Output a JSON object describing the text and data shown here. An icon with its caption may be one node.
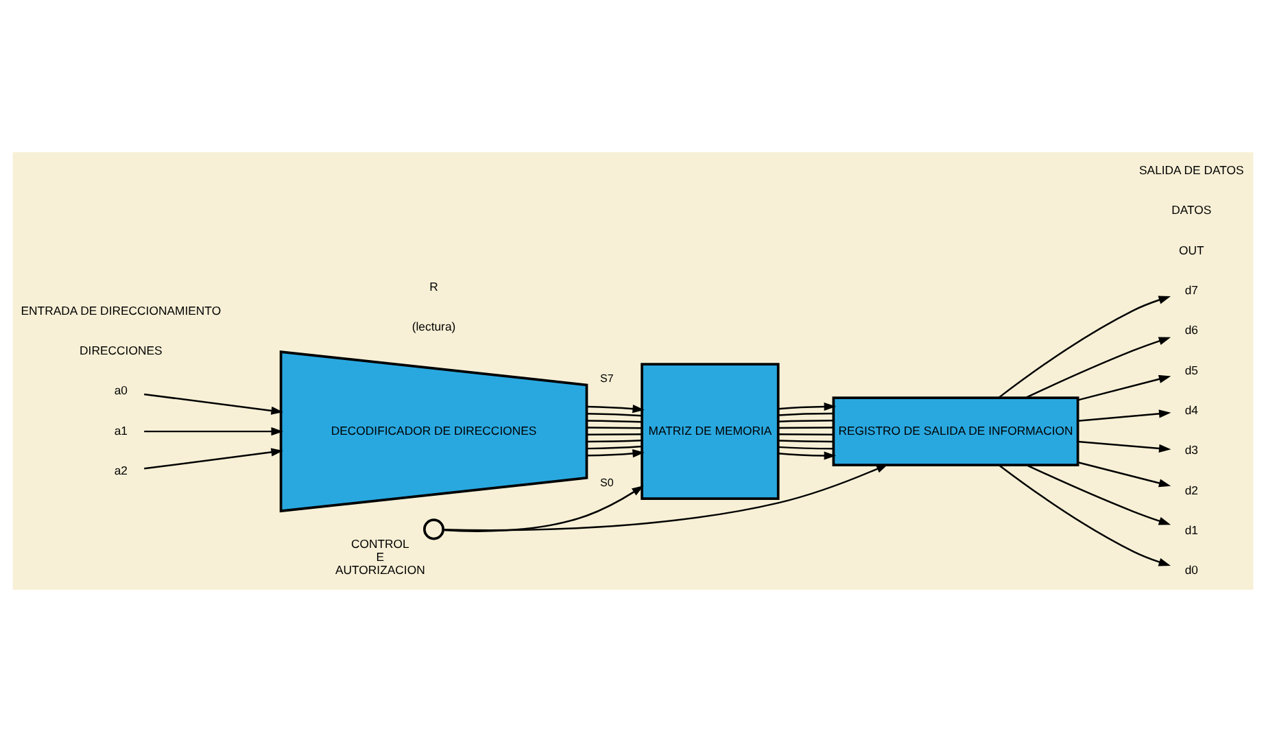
{
  "diagram": {
    "nodes": [
      {
        "text": [
          "a0"
        ]
      },
      {
        "text": [
          "a1"
        ]
      },
      {
        "text": [
          "a2"
        ]
      },
      {
        "text": [
          "DECODIFICADOR DE DIRECCIONES"
        ]
      },
      {
        "text": [
          "MATRIZ DE MEMORIA"
        ]
      },
      {
        "text": [
          "REGISTRO DE SALIDA DE INFORMACION"
        ]
      },
      {
        "text": [],
        "shape": "circle",
        "beside": [
          "CONTROL",
          "E",
          "AUTORIZACION"
        ]
      },
      {
        "text": [
          "d7"
        ]
      },
      {
        "text": [
          "d6"
        ]
      },
      {
        "text": [
          "d5"
        ]
      },
      {
        "text": [
          "d4"
        ]
      },
      {
        "text": [
          "d3"
        ]
      },
      {
        "text": [
          "d2"
        ]
      },
      {
        "text": [
          "d1"
        ]
      },
      {
        "text": [
          "d0"
        ]
      }
    ],
    "edges": [
      {
        "from": 0,
        "to": 3,
        "arrow": "to"
      },
      {
        "from": 1,
        "to": 3,
        "arrow": "to"
      },
      {
        "from": 2,
        "to": 3,
        "arrow": "to"
      },
      {
        "from": 3,
        "to": 4,
        "arrow": "to",
        "label": "S0"
      },
      {
        "from": 3,
        "to": 4,
        "arrow": "none"
      },
      {
        "from": 3,
        "to": 4,
        "arrow": "none"
      },
      {
        "from": 3,
        "to": 4,
        "arrow": "none"
      },
      {
        "from": 3,
        "to": 4,
        "arrow": "none"
      },
      {
        "from": 3,
        "to": 4,
        "arrow": "none"
      },
      {
        "from": 3,
        "to": 4,
        "arrow": "none"
      },
      {
        "from": 3,
        "to": 4,
        "arrow": "to",
        "label": "S7"
      },
      {
        "from": 4,
        "to": 5,
        "arrow": "to"
      },
      {
        "from": 4,
        "to": 5,
        "arrow": "none"
      },
      {
        "from": 4,
        "to": 5,
        "arrow": "none"
      },
      {
        "from": 4,
        "to": 5,
        "arrow": "none"
      },
      {
        "from": 4,
        "to": 5,
        "arrow": "none"
      },
      {
        "from": 4,
        "to": 5,
        "arrow": "none"
      },
      {
        "from": 4,
        "to": 5,
        "arrow": "none"
      },
      {
        "from": 4,
        "to": 5,
        "arrow": "to"
      },
      {
        "from": 5,
        "to": 7,
        "arrow": "to"
      },
      {
        "from": 5,
        "to": 8,
        "arrow": "to"
      },
      {
        "from": 5,
        "to": 9,
        "arrow": "to"
      },
      {
        "from": 5,
        "to": 10,
        "arrow": "to"
      },
      {
        "from": 5,
        "to": 11,
        "arrow": "to"
      },
      {
        "from": 5,
        "to": 12,
        "arrow": "to"
      },
      {
        "from": 5,
        "to": 13,
        "arrow": "to"
      },
      {
        "from": 5,
        "to": 14,
        "arrow": "to"
      },
      {
        "from": 6,
        "to": 4,
        "arrow": "to"
      },
      {
        "from": 6,
        "to": 5,
        "arrow": "to"
      }
    ],
    "labels": [
      "DIRECCIONES",
      "ENTRADA DE DIRECCIONAMIENTO",
      "(lectura)",
      "R",
      "OUT",
      "DATOS",
      "SALIDA DE DATOS"
    ]
  }
}
